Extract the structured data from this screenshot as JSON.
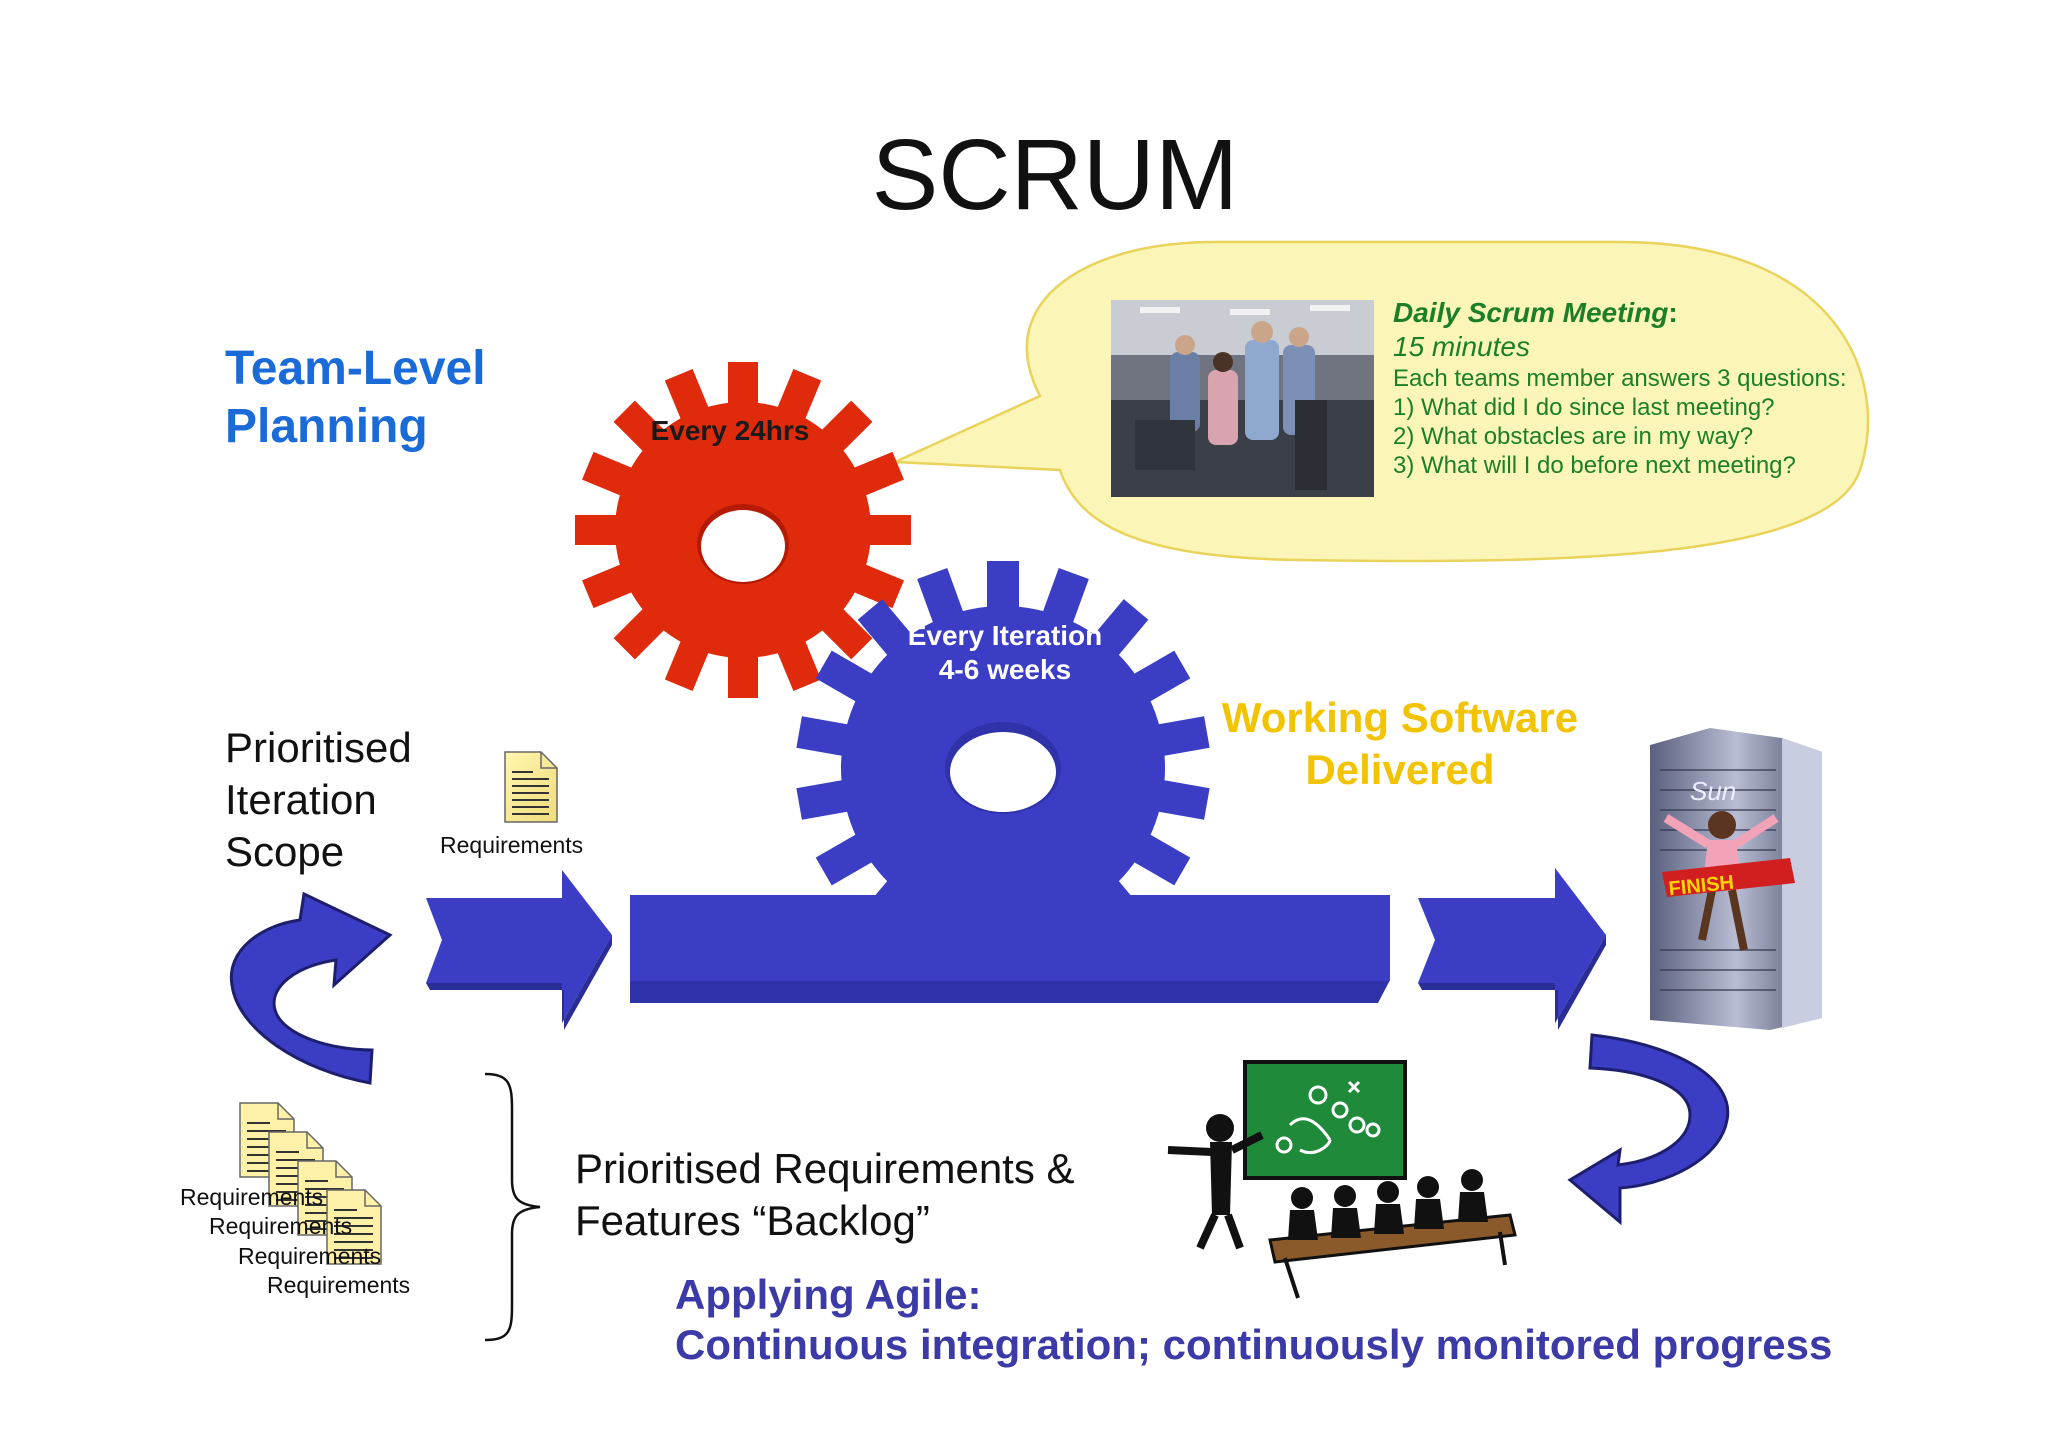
{
  "title": "SCRUM",
  "team_level": {
    "line1": "Team-Level",
    "line2": "Planning"
  },
  "gears": {
    "daily": {
      "label": "Every 24hrs",
      "color": "#e02a0c"
    },
    "iteration": {
      "label_line1": "Every Iteration",
      "label_line2": "4-6 weeks",
      "color": "#3b3ec4"
    }
  },
  "daily_meeting": {
    "title": "Daily Scrum Meeting",
    "title_suffix": ":",
    "duration": "15 minutes",
    "intro": "Each teams member answers 3 questions:",
    "questions": [
      "1) What did I do since last meeting?",
      "2) What obstacles are in my way?",
      "3) What will I do before next meeting?"
    ],
    "bubble_color": "#fbf6b8",
    "text_color": "#1c7f28"
  },
  "scope": {
    "line1": "Prioritised",
    "line2": "Iteration",
    "line3": "Scope"
  },
  "requirements_label": "Requirements",
  "requirements_stack": [
    "Requirements",
    "Requirements",
    "Requirements",
    "Requirements"
  ],
  "working_software": {
    "line1": "Working Software",
    "line2": "Delivered"
  },
  "backlog": {
    "line1": "Prioritised Requirements &",
    "line2": "Features “Backlog”"
  },
  "agile": {
    "line1": "Applying Agile:",
    "line2": "Continuous integration; continuously monitored progress"
  },
  "server": {
    "brand": "Sun",
    "banner": "FINISH"
  },
  "colors": {
    "flow_blue": "#3b3ec4",
    "gear_red": "#e02a0c",
    "title_blue": "#1a6ad8",
    "yellow": "#f2c300",
    "agile_purple": "#3b3aa6"
  }
}
